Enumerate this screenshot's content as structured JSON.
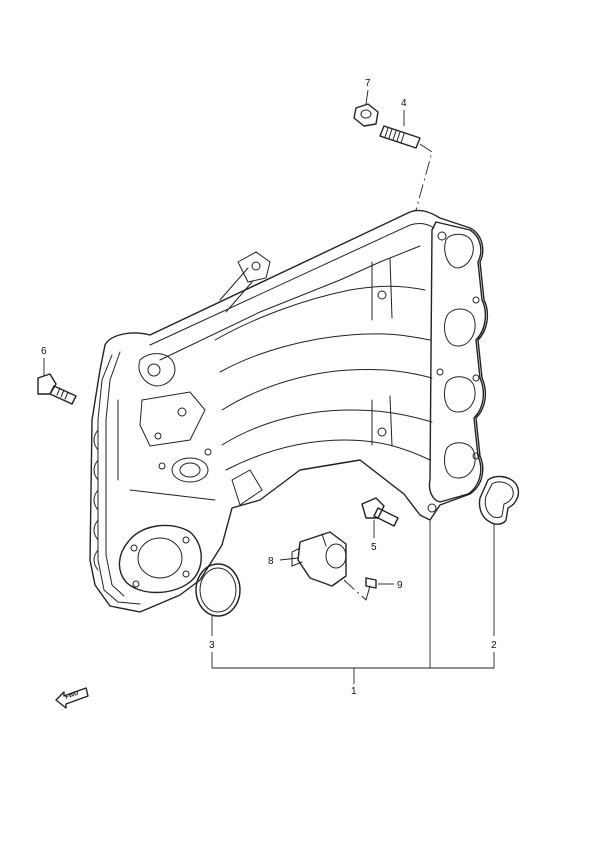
{
  "diagram": {
    "callouts": [
      "1",
      "2",
      "3",
      "4",
      "5",
      "6",
      "7",
      "8",
      "9"
    ],
    "direction_marker": "FWD",
    "line_color": "#222222",
    "background": "#ffffff"
  }
}
